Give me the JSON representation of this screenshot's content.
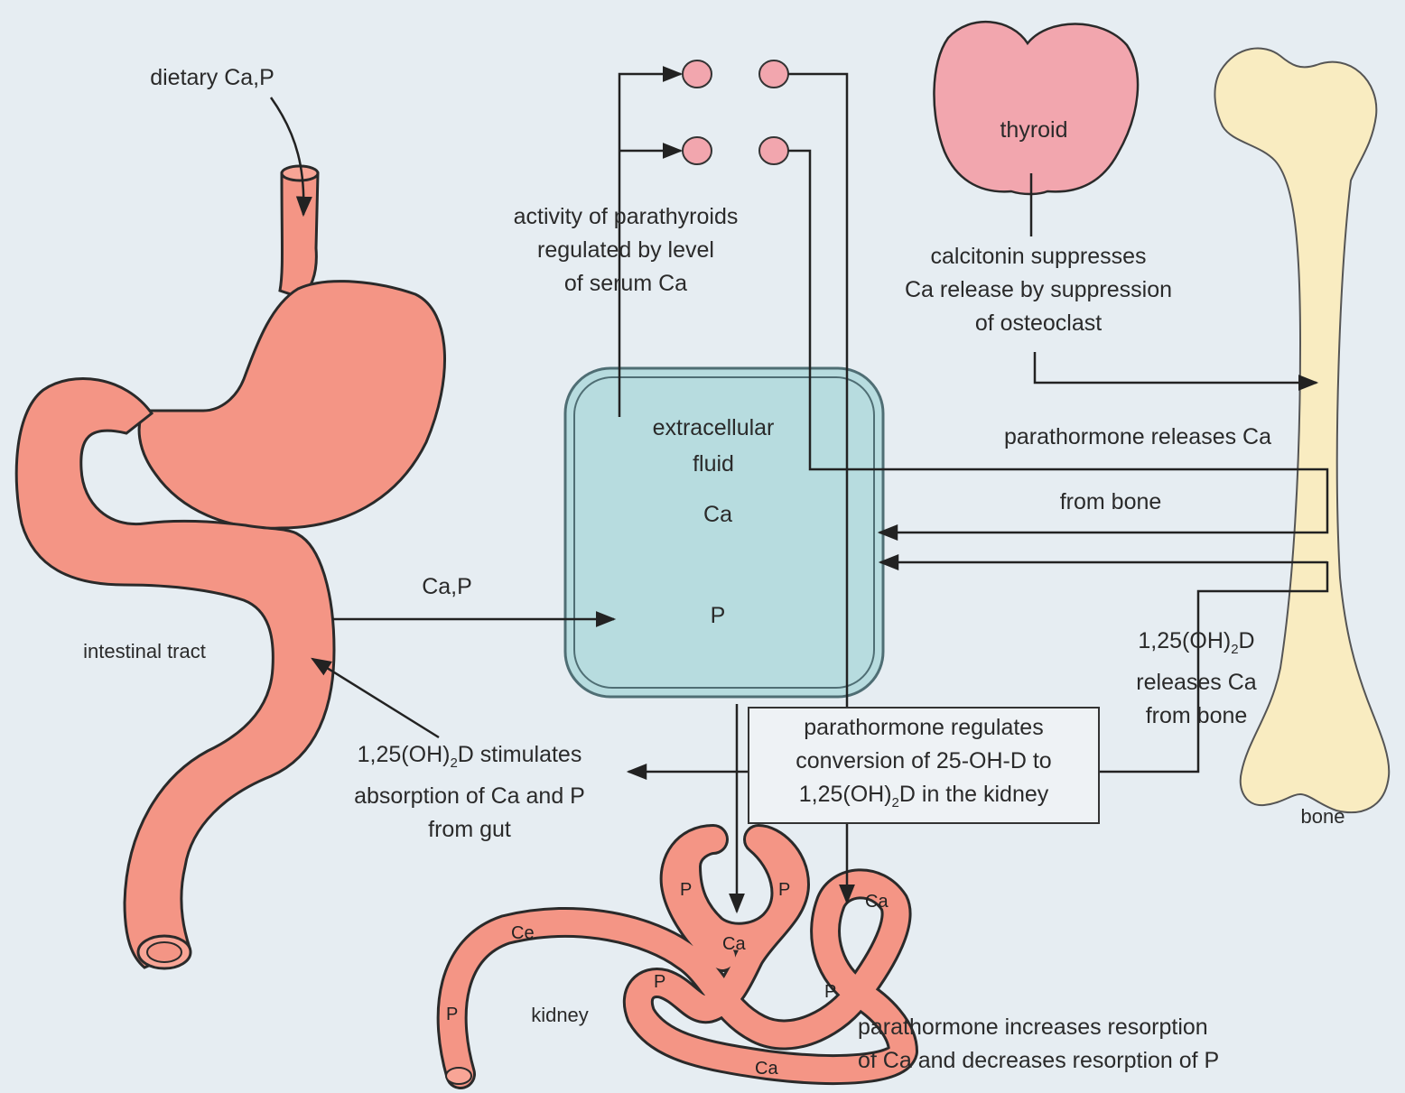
{
  "labels": {
    "dietary": "dietary Ca,P",
    "intestinal_tract": "intestinal tract",
    "ca_p_arrow": "Ca,P",
    "parathyroid_activity": [
      "activity of parathyroids",
      "regulated by level",
      "of serum Ca"
    ],
    "thyroid": "thyroid",
    "calcitonin": [
      "calcitonin suppresses",
      "Ca release by suppression",
      "of osteoclast"
    ],
    "extracellular_fluid": [
      "extracellular",
      "fluid"
    ],
    "ecf_ca": "Ca",
    "ecf_p": "P",
    "pth_releases_ca": "parathormone releases Ca",
    "from_bone": "from bone",
    "vitd_releases_ca": {
      "prefix": "1,25(OH)",
      "sub": "2",
      "suffix": "D",
      "line2": "releases Ca",
      "line3": "from bone"
    },
    "bone": "bone",
    "pth_regulates": {
      "line1": "parathormone regulates",
      "line2": "conversion of 25-OH-D to",
      "line3_prefix": "1,25(OH)",
      "line3_sub": "2",
      "line3_suffix": "D in the kidney"
    },
    "vitd_stimulates": {
      "prefix": "1,25(OH)",
      "sub": "2",
      "suffix": "D stimulates",
      "line2": "absorption of Ca and P",
      "line3": "from gut"
    },
    "kidney": "kidney",
    "pth_resorption": [
      "parathormone increases resorption",
      "of Ca and decreases resorption of P"
    ],
    "kidney_marks": {
      "p1": "P",
      "p2": "P",
      "ca_top": "Ca",
      "ca_right": "Ca",
      "ce": "Ce",
      "p_left": "P",
      "p_mid": "P",
      "p_loop": "P",
      "ca_bottom": "Ca"
    }
  },
  "colors": {
    "background": "#e6edf2",
    "organ_pink": "#f49585",
    "thyroid_pink": "#f2a6ae",
    "bone_cream": "#f9ecc1",
    "ecf_teal": "#b7dcdf",
    "line": "#222222"
  }
}
